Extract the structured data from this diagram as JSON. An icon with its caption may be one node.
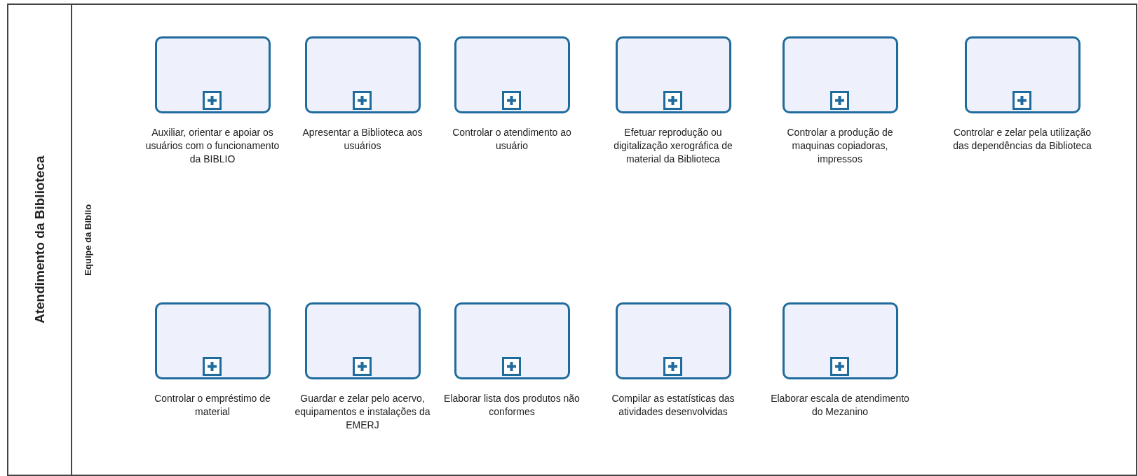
{
  "diagram": {
    "nodes": [
      {
        "text": [
          "Atendimento da Biblioteca"
        ]
      },
      {
        "text": [
          "Equipe da Biblio"
        ],
        "in": 0
      },
      {
        "text": [
          "Auxiliar, orientar e apoiar os usuários com o funcionamento da BIBLIO"
        ],
        "in": 1
      },
      {
        "text": [
          "Apresentar a Biblioteca aos usuários"
        ],
        "in": 1
      },
      {
        "text": [
          "Controlar o atendimento ao usuário"
        ],
        "in": 1
      },
      {
        "text": [
          "Efetuar reprodução ou digitalização xerográfica de material da Biblioteca"
        ],
        "in": 1
      },
      {
        "text": [
          "Controlar a produção de maquinas copiadoras, impressos"
        ],
        "in": 1
      },
      {
        "text": [
          "Controlar e zelar pela utilização das dependências da Biblioteca"
        ],
        "in": 1
      },
      {
        "text": [
          "Controlar o empréstimo de material"
        ],
        "in": 1
      },
      {
        "text": [
          "Guardar e zelar pelo acervo, equipamentos e instalações da EMERJ"
        ],
        "in": 1
      },
      {
        "text": [
          "Elaborar lista dos produtos não conformes"
        ],
        "in": 1
      },
      {
        "text": [
          "Compilar as estatísticas das atividades desenvolvidas"
        ],
        "in": 1
      },
      {
        "text": [
          "Elaborar escala de atendimento do Mezanino"
        ],
        "in": 1
      }
    ]
  }
}
